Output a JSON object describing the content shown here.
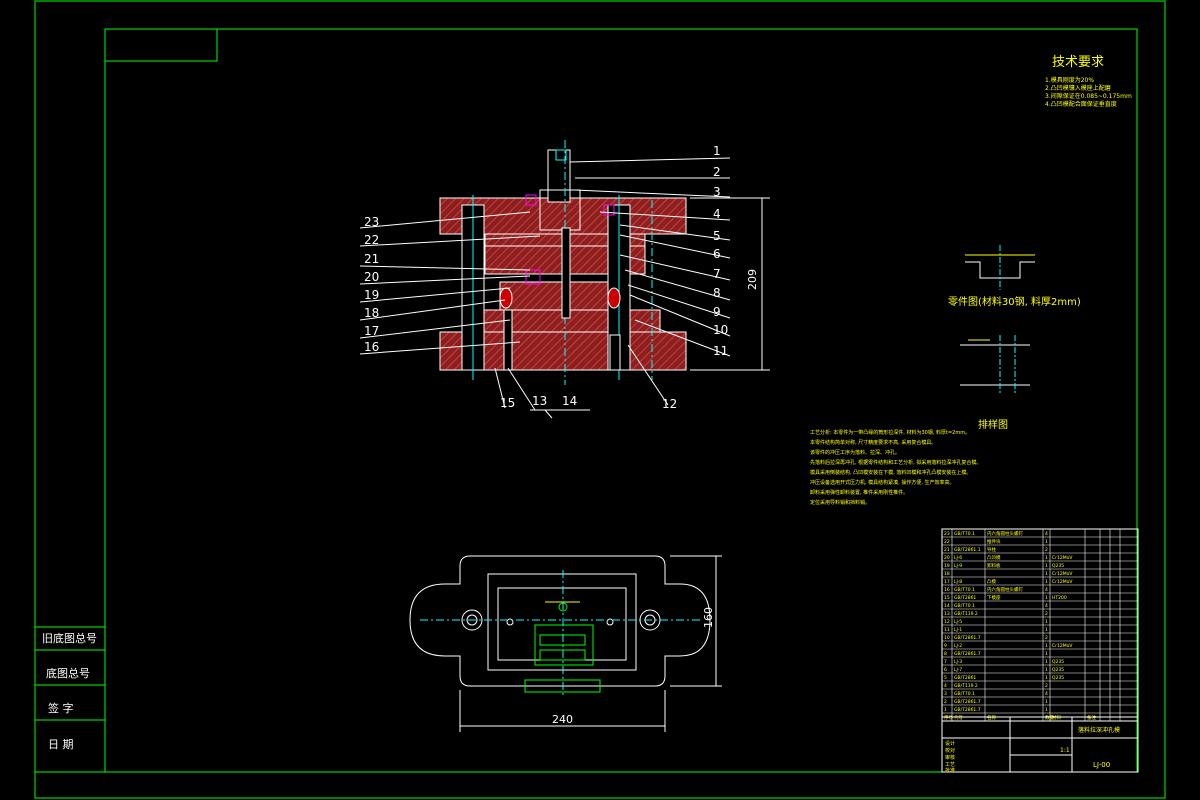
{
  "tech_requirements": {
    "title": "技术要求",
    "items": [
      "1.模具刚度为20%",
      "2.凸凹模镶入模座上配磨",
      "3.间隙保证在0.085~0.175mm",
      "4.凸凹模配合面保证垂直度"
    ]
  },
  "part_drawing": {
    "title": "零件图(材料30钢, 料厚2mm)"
  },
  "strip_layout": {
    "title": "排样图"
  },
  "process_note": {
    "lines": [
      "工艺分析: 本零件为一带凸缘的筒形拉深件, 材料为30钢, 料厚t=2mm。",
      "本零件结构简单对称, 尺寸精度要求不高, 采用复合模具。",
      "该零件的冲压工序为落料、拉深、冲孔。",
      "先落料后拉深再冲孔, 根据零件结构和工艺分析, 拟采用落料拉深冲孔复合模。",
      "模具采用倒装结构, 凸凹模安装在下模, 落料凹模和冲孔凸模安装在上模。",
      "冲压设备选用开式压力机, 模具结构紧凑, 操作方便, 生产效率高。",
      "卸料采用弹性卸料装置, 推件采用刚性推件。",
      "定位采用导料销和挡料销。"
    ]
  },
  "dimensions": {
    "height": "209",
    "width": "240",
    "depth": "160"
  },
  "part_callouts": {
    "right": [
      "1",
      "2",
      "3",
      "4",
      "5",
      "6",
      "7",
      "8",
      "9",
      "10",
      "11"
    ],
    "left": [
      "23",
      "22",
      "21",
      "20",
      "19",
      "18",
      "17",
      "16"
    ],
    "bottom": [
      "15",
      "13",
      "14",
      "12"
    ]
  },
  "title_box": {
    "rows": [
      {
        "no": "23",
        "code": "GB/T70.1",
        "name": "内六角圆柱头螺钉",
        "qty": "4",
        "mat": "",
        "note": ""
      },
      {
        "no": "22",
        "code": "",
        "name": "推件块",
        "qty": "1",
        "mat": "",
        "note": ""
      },
      {
        "no": "21",
        "code": "GB/T2861.1",
        "name": "导柱",
        "qty": "2",
        "mat": "",
        "note": ""
      },
      {
        "no": "20",
        "code": "LJ-6",
        "name": "凸凹模",
        "qty": "1",
        "mat": "Cr12MoV",
        "note": ""
      },
      {
        "no": "19",
        "code": "LJ-9",
        "name": "卸料板",
        "qty": "1",
        "mat": "Q235",
        "note": ""
      },
      {
        "no": "18",
        "code": "",
        "name": "",
        "qty": "1",
        "mat": "Cr12MoV",
        "note": ""
      },
      {
        "no": "17",
        "code": "LJ-8",
        "name": "凸模",
        "qty": "1",
        "mat": "Cr12MoV",
        "note": ""
      },
      {
        "no": "16",
        "code": "GB/T70.1",
        "name": "内六角圆柱头螺钉",
        "qty": "4",
        "mat": "",
        "note": ""
      },
      {
        "no": "15",
        "code": "GB/T2861",
        "name": "下模座",
        "qty": "1",
        "mat": "HT200",
        "note": ""
      },
      {
        "no": "14",
        "code": "GB/T70.1",
        "name": "",
        "qty": "4",
        "mat": "",
        "note": ""
      },
      {
        "no": "13",
        "code": "GB/T119.2",
        "name": "",
        "qty": "2",
        "mat": "",
        "note": ""
      },
      {
        "no": "12",
        "code": "LJ-5",
        "name": "",
        "qty": "1",
        "mat": "",
        "note": ""
      },
      {
        "no": "11",
        "code": "LJ-1",
        "name": "",
        "qty": "1",
        "mat": "",
        "note": ""
      },
      {
        "no": "10",
        "code": "GB/T2861.7",
        "name": "",
        "qty": "2",
        "mat": "",
        "note": ""
      },
      {
        "no": "9",
        "code": "LJ-2",
        "name": "",
        "qty": "1",
        "mat": "Cr12MoV",
        "note": ""
      },
      {
        "no": "8",
        "code": "GB/T2861.7",
        "name": "",
        "qty": "1",
        "mat": "",
        "note": ""
      },
      {
        "no": "7",
        "code": "LJ-3",
        "name": "",
        "qty": "1",
        "mat": "Q235",
        "note": ""
      },
      {
        "no": "6",
        "code": "LJ-7",
        "name": "",
        "qty": "1",
        "mat": "Q235",
        "note": ""
      },
      {
        "no": "5",
        "code": "GB/T2861",
        "name": "",
        "qty": "1",
        "mat": "Q235",
        "note": ""
      },
      {
        "no": "4",
        "code": "GB/T119.2",
        "name": "",
        "qty": "2",
        "mat": "",
        "note": ""
      },
      {
        "no": "3",
        "code": "GB/T70.1",
        "name": "",
        "qty": "4",
        "mat": "",
        "note": ""
      },
      {
        "no": "2",
        "code": "GB/T2861.7",
        "name": "",
        "qty": "1",
        "mat": "",
        "note": ""
      },
      {
        "no": "1",
        "code": "GB/T2861.7",
        "name": "",
        "qty": "1",
        "mat": "",
        "note": ""
      }
    ],
    "header": [
      "序号",
      "代号",
      "名称",
      "数量",
      "材料",
      "备注"
    ],
    "drawing_name": "落料拉深冲孔模",
    "drawing_no": "LJ-00",
    "scale": "1:1",
    "sign_labels": [
      "设计",
      "校对",
      "审核",
      "工艺",
      "批准"
    ]
  },
  "side_labels": [
    "旧底图总号",
    "底图总号",
    "签 字",
    "日 期"
  ],
  "colors": {
    "background": "#000000",
    "frame": "#00ff00",
    "outline": "#ffffff",
    "hatch": "#b22222",
    "text": "#ffff00",
    "centerline": "#00ffff",
    "accent": "#ff00ff"
  }
}
